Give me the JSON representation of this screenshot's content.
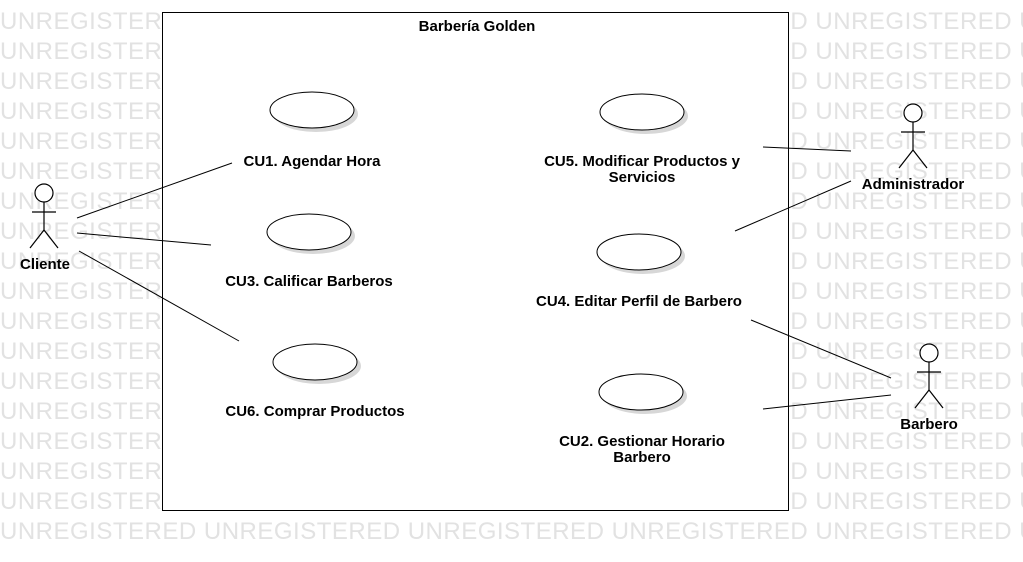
{
  "watermark": {
    "text": "UNREGISTERED"
  },
  "system": {
    "title": "Barbería Golden"
  },
  "actors": {
    "cliente": "Cliente",
    "administrador": "Administrador",
    "barbero": "Barbero"
  },
  "use_cases": {
    "cu1": "CU1. Agendar Hora",
    "cu3": "CU3. Calificar Barberos",
    "cu6": "CU6. Comprar Productos",
    "cu5": "CU5. Modificar Productos y Servicios",
    "cu4": "CU4. Editar Perfil de Barbero",
    "cu2": "CU2. Gestionar Horario Barbero"
  }
}
